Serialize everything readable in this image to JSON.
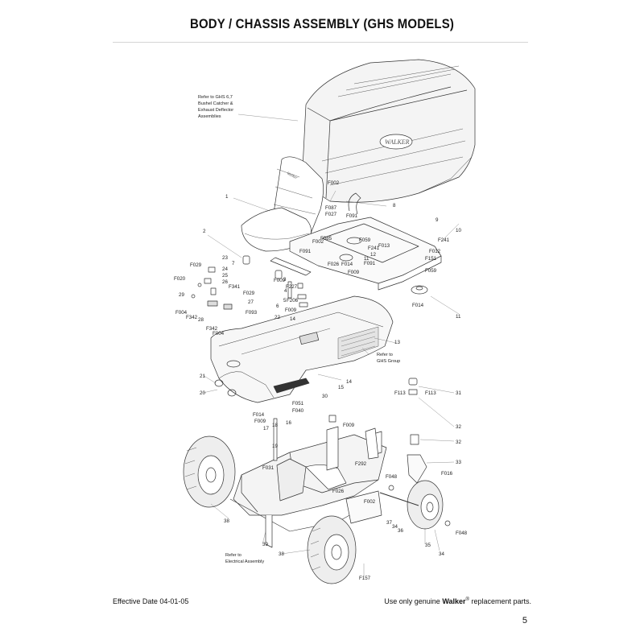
{
  "title": "BODY / CHASSIS ASSEMBLY (GHS MODELS)",
  "footer": {
    "effective": "Effective Date 04-01-05",
    "usage_prefix": "Use only genuine",
    "brand": "Walker",
    "registered": "®",
    "usage_suffix": "replacement parts.",
    "page_number": "5"
  },
  "body_logo": "WALKER",
  "seat_logo": "Walker",
  "notes": {
    "catcher_lines": [
      "Refer to GHS 6,7",
      "Bushel Catcher &",
      "Exhaust Deflector",
      "Assemblies"
    ],
    "ghs_lines": [
      "Refer to",
      "GHS Group"
    ],
    "electrical_lines": [
      "Refer to",
      "Electrical Assembly"
    ]
  },
  "callouts": [
    "F002",
    "F087",
    "F027",
    "F091",
    "8",
    "1",
    "9",
    "10",
    "F241",
    "F012",
    "F085",
    "F059",
    "F241",
    "F013",
    "F002",
    "F091",
    "12",
    "F014",
    "11",
    "F091",
    "F151",
    "F026",
    "F009",
    "2",
    "F059",
    "F014",
    "11",
    "7",
    "23",
    "F029",
    "24",
    "25",
    "26",
    "F341",
    "F020",
    "F009",
    "3",
    "F227",
    "4",
    "F029",
    "27",
    "5",
    "F206",
    "29",
    "F004",
    "F342",
    "28",
    "F342",
    "F004",
    "F093",
    "6",
    "F009",
    "22",
    "14",
    "13",
    "21",
    "Refer",
    "20",
    "14",
    "15",
    "F113",
    "F113",
    "31",
    "30",
    "F051",
    "F040",
    "16",
    "F014",
    "F009",
    "17",
    "18",
    "F009",
    "32",
    "19",
    "32",
    "F292",
    "F031",
    "33",
    "F016",
    "F048",
    "F026",
    "34",
    "36",
    "F002",
    "37",
    "38",
    "39",
    "35",
    "F048",
    "34",
    "38",
    "F157"
  ]
}
